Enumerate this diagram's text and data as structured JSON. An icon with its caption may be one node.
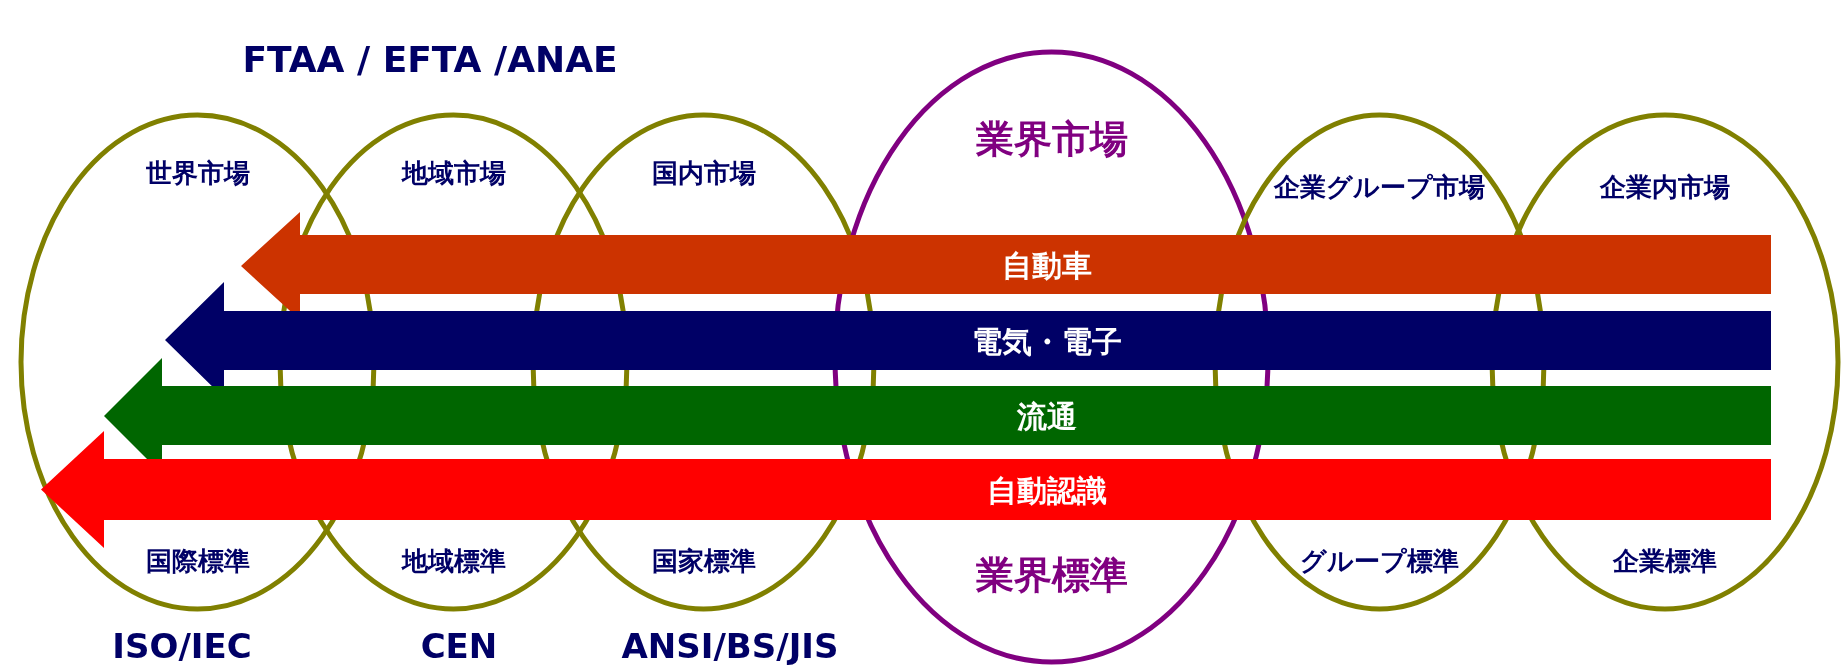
{
  "diagram": {
    "nodes": [
      {
        "text": [
          "世界市場",
          "国際標準"
        ]
      },
      {
        "text": [
          "地域市場",
          "地域標準"
        ]
      },
      {
        "text": [
          "国内市場",
          "国家標準"
        ]
      },
      {
        "text": [
          "業界市場",
          "業界標準"
        ]
      },
      {
        "text": [
          "企業グループ市場",
          "グループ標準"
        ]
      },
      {
        "text": [
          "企業内市場",
          "企業標準"
        ]
      },
      {
        "text": [
          "自動車"
        ]
      },
      {
        "text": [
          "電気・電子"
        ]
      },
      {
        "text": [
          "流通"
        ]
      },
      {
        "text": [
          "自動認識"
        ]
      }
    ],
    "labels": [
      "FTAA / EFTA /ANAE",
      "ISO/IEC",
      "CEN",
      "ANSI/BS/JIS"
    ]
  }
}
